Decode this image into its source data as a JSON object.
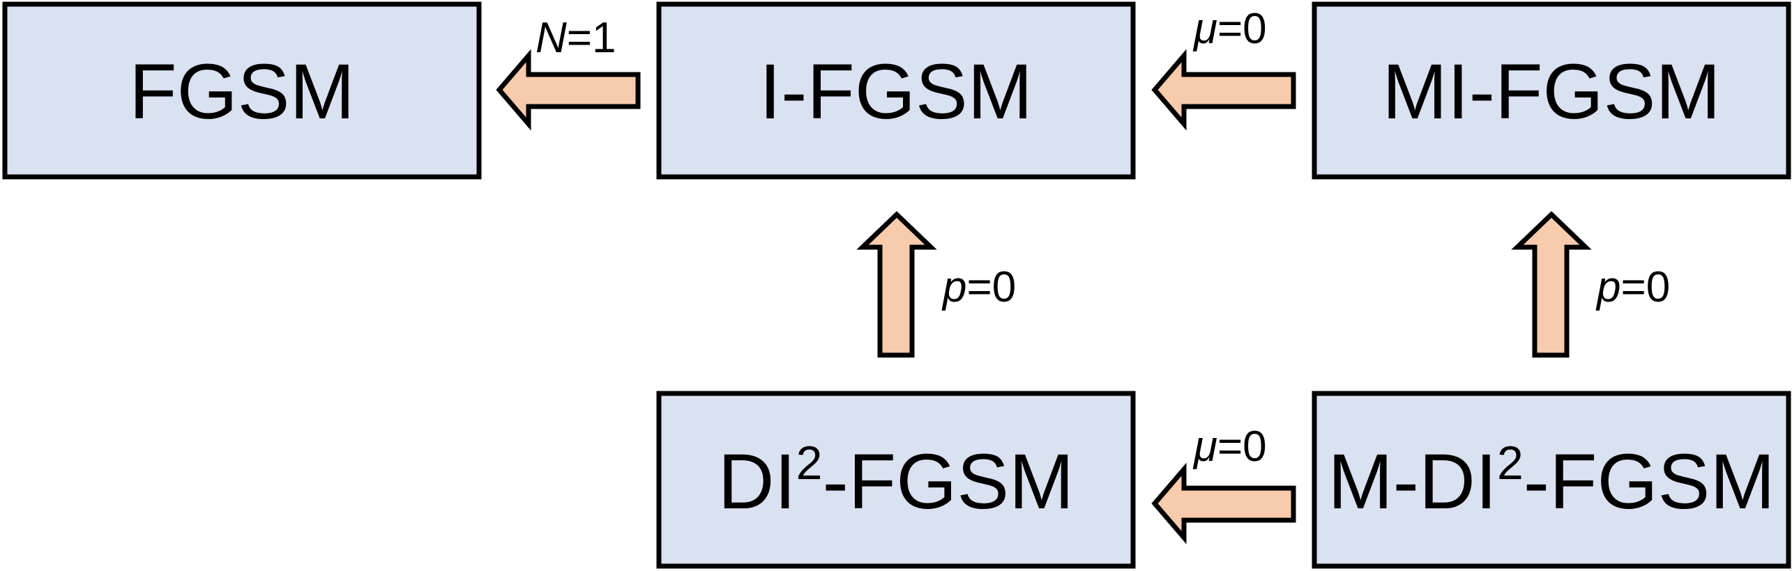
{
  "nodes": {
    "fgsm": {
      "label": "FGSM"
    },
    "ifgsm": {
      "label": "I-FGSM"
    },
    "mifgsm": {
      "label": "MI-FGSM"
    },
    "di2fgsm": {
      "base": "DI",
      "sup": "2",
      "rest": "-FGSM"
    },
    "mdi2fgsm": {
      "base": "M-DI",
      "sup": "2",
      "rest": "-FGSM"
    }
  },
  "edges": {
    "ifgsm_to_fgsm": {
      "var": "N",
      "rest": "=1"
    },
    "mifgsm_to_ifgsm": {
      "var": "μ",
      "rest": "=0"
    },
    "di2fgsm_to_ifgsm": {
      "var": "p",
      "rest": "=0"
    },
    "mdi2fgsm_to_mifgsm": {
      "var": "p",
      "rest": "=0"
    },
    "mdi2fgsm_to_di2fgsm": {
      "var": "μ",
      "rest": "=0"
    }
  },
  "colors": {
    "box_fill": "#dae1f0",
    "arrow_fill": "#f8cbad",
    "stroke": "#000000"
  }
}
